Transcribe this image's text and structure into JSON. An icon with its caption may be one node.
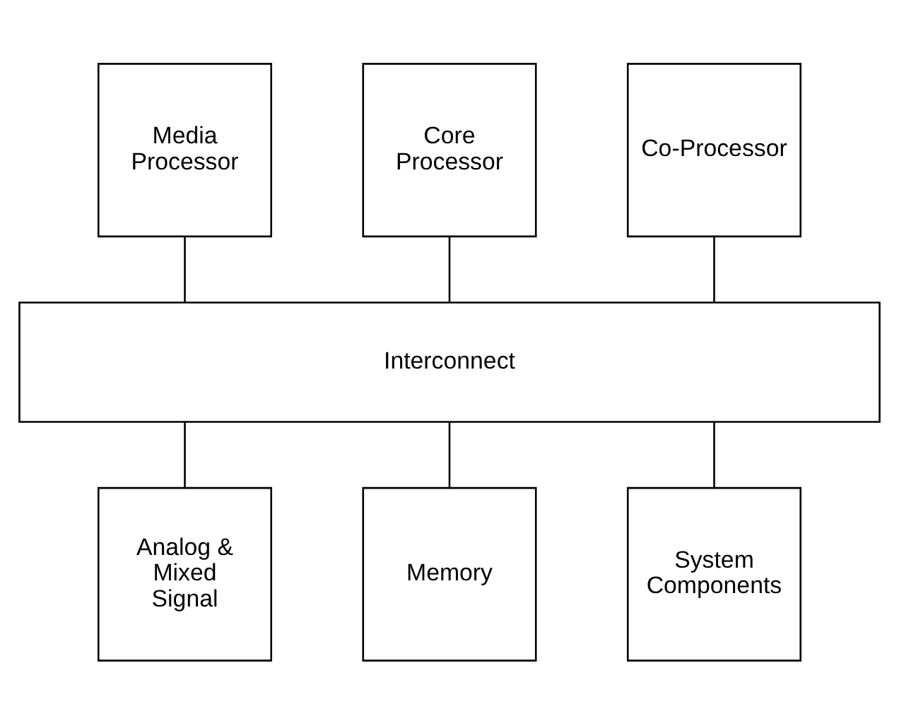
{
  "diagram": {
    "nodes": [
      {
        "text": [
          "Media Processor"
        ]
      },
      {
        "text": [
          "Core Processor"
        ]
      },
      {
        "text": [
          "Co-Processor"
        ]
      },
      {
        "text": [
          "Interconnect"
        ]
      },
      {
        "text": [
          "Analog & Mixed Signal"
        ]
      },
      {
        "text": [
          "Memory"
        ]
      },
      {
        "text": [
          "System Components"
        ]
      }
    ],
    "edges": [
      {
        "from": 0,
        "to": 3,
        "arrow": "none"
      },
      {
        "from": 1,
        "to": 3,
        "arrow": "none"
      },
      {
        "from": 2,
        "to": 3,
        "arrow": "none"
      },
      {
        "from": 3,
        "to": 4,
        "arrow": "none"
      },
      {
        "from": 3,
        "to": 5,
        "arrow": "none"
      },
      {
        "from": 3,
        "to": 6,
        "arrow": "none"
      }
    ]
  }
}
